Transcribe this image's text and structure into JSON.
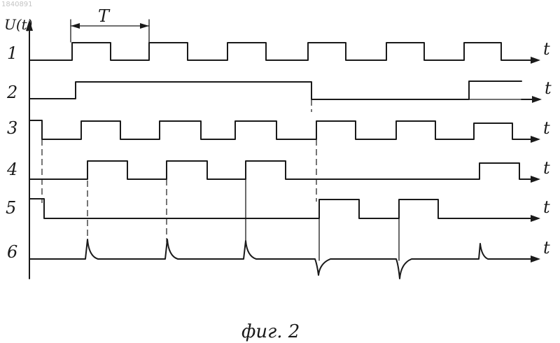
{
  "figure": {
    "doc_number": "1840891",
    "axis_label": "U(t)",
    "period_label": "T",
    "caption": "фиг. 2"
  },
  "rows": [
    {
      "label": "1",
      "axis": "t"
    },
    {
      "label": "2",
      "axis": "t"
    },
    {
      "label": "3",
      "axis": "t"
    },
    {
      "label": "4",
      "axis": "t"
    },
    {
      "label": "5",
      "axis": "t"
    },
    {
      "label": "6",
      "axis": "t"
    }
  ]
}
